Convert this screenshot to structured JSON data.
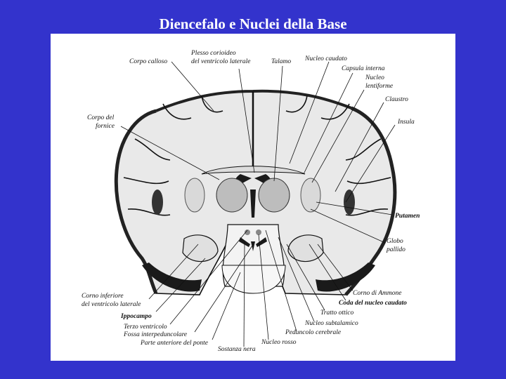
{
  "slide": {
    "title": "Diencefalo e Nuclei della Base",
    "background_color": "#3333cc",
    "title_color": "#ffffff"
  },
  "labels": {
    "corpo_calloso": "Corpo calloso",
    "plesso_1": "Plesso corioideo",
    "plesso_2": "del ventricolo laterale",
    "talamo": "Talamo",
    "nucleo_caudato": "Nucleo caudato",
    "capsula_interna": "Capsula interna",
    "nucleo_lent_1": "Nucleo",
    "nucleo_lent_2": "lentiforme",
    "claustro": "Claustro",
    "insula": "Insula",
    "corpo_fornice_1": "Corpo del",
    "corpo_fornice_2": "fornice",
    "putamen": "Putamen",
    "globo_1": "Globo",
    "globo_2": "pallido",
    "corno_ammone": "Corno di Ammone",
    "coda_caudato": "Coda del nucleo caudato",
    "corno_inf_1": "Corno inferiore",
    "corno_inf_2": "del ventricolo laterale",
    "ippocampo": "Ippocampo",
    "terzo_ventricolo": "Terzo ventricolo",
    "fossa_interpeduncolare": "Fossa interpeduncolare",
    "parte_anteriore_ponte": "Parte anteriore del ponte",
    "sostanza_nera": "Sostanza nera",
    "nucleo_rosso": "Nucleo rosso",
    "peduncolo_cerebrale": "Peduncolo cerebrale",
    "nucleo_subtalamico": "Nucleo subtalamico",
    "tratto_ottico": "Tratto ottico"
  }
}
